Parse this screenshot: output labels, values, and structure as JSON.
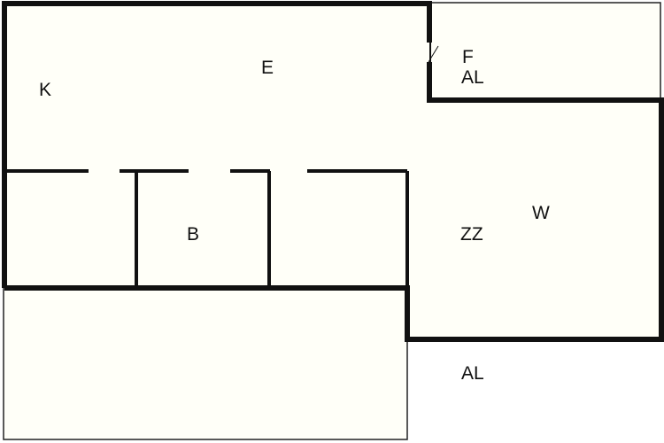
{
  "colors": {
    "background": "#ffffff",
    "floor_fill": "#fffff8",
    "wall": "#111111",
    "thin_line": "#222222"
  },
  "floor_plan": {
    "room_labels": {
      "kitchen": "K",
      "entrance": "E",
      "small_room": "F",
      "balcony_top": "AL",
      "bedroom": "B",
      "living_room": "W",
      "hall": "ZZ",
      "balcony_bottom": "AL"
    }
  }
}
